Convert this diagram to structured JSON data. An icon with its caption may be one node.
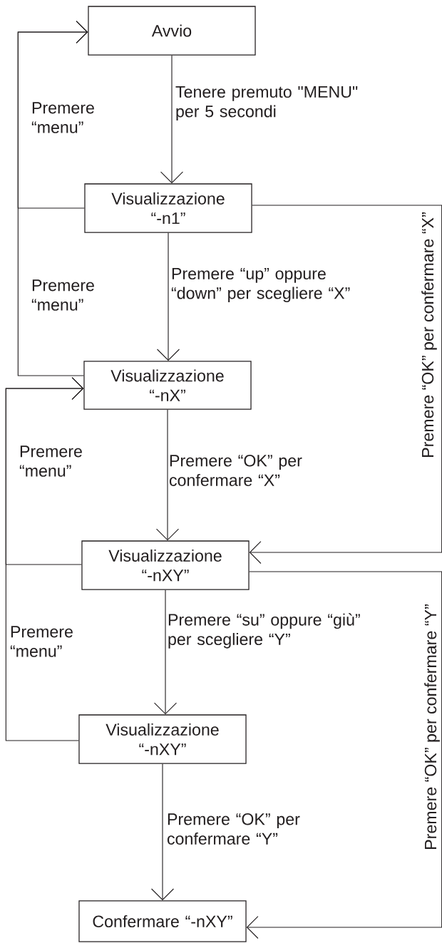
{
  "diagram": {
    "nodes": [
      {
        "text": [
          "Avvio"
        ]
      },
      {
        "text": [
          "Visualizzazione “-n1”"
        ]
      },
      {
        "text": [
          "Visualizzazione “-nX”"
        ]
      },
      {
        "text": [
          "Visualizzazione “-nXY”"
        ]
      },
      {
        "text": [
          "Visualizzazione “-nXY”"
        ]
      },
      {
        "text": [
          "Confermare “-nXY”"
        ]
      }
    ],
    "edges": [
      {
        "from": 0,
        "to": 1,
        "arrow": "to",
        "label": "Tenere premuto \"MENU\" per 5 secondi"
      },
      {
        "from": 1,
        "to": 2,
        "arrow": "to",
        "label": "Premere “up” oppure “down” per scegliere “X”"
      },
      {
        "from": 2,
        "to": 3,
        "arrow": "to",
        "label": "Premere “OK” per confermare “X”"
      },
      {
        "from": 3,
        "to": 4,
        "arrow": "to",
        "label": "Premere “su” oppure “giù” per scegliere “Y”"
      },
      {
        "from": 4,
        "to": 5,
        "arrow": "to",
        "label": "Premere “OK” per confermare “Y”"
      },
      {
        "from": 1,
        "to": 0,
        "arrow": "to",
        "label": "Premere “menu”"
      },
      {
        "from": 2,
        "to": 0,
        "arrow": "to",
        "label": "Premere “menu”"
      },
      {
        "from": 3,
        "to": 2,
        "arrow": "to",
        "label": "Premere “menu”"
      },
      {
        "from": 4,
        "to": 2,
        "arrow": "to",
        "label": "Premere “menu”"
      },
      {
        "from": 1,
        "to": 3,
        "arrow": "to",
        "label": "Premere “OK” per confermare “X”"
      },
      {
        "from": 3,
        "to": 5,
        "arrow": "to",
        "label": "Premere “OK” per confermare “Y”"
      }
    ]
  }
}
